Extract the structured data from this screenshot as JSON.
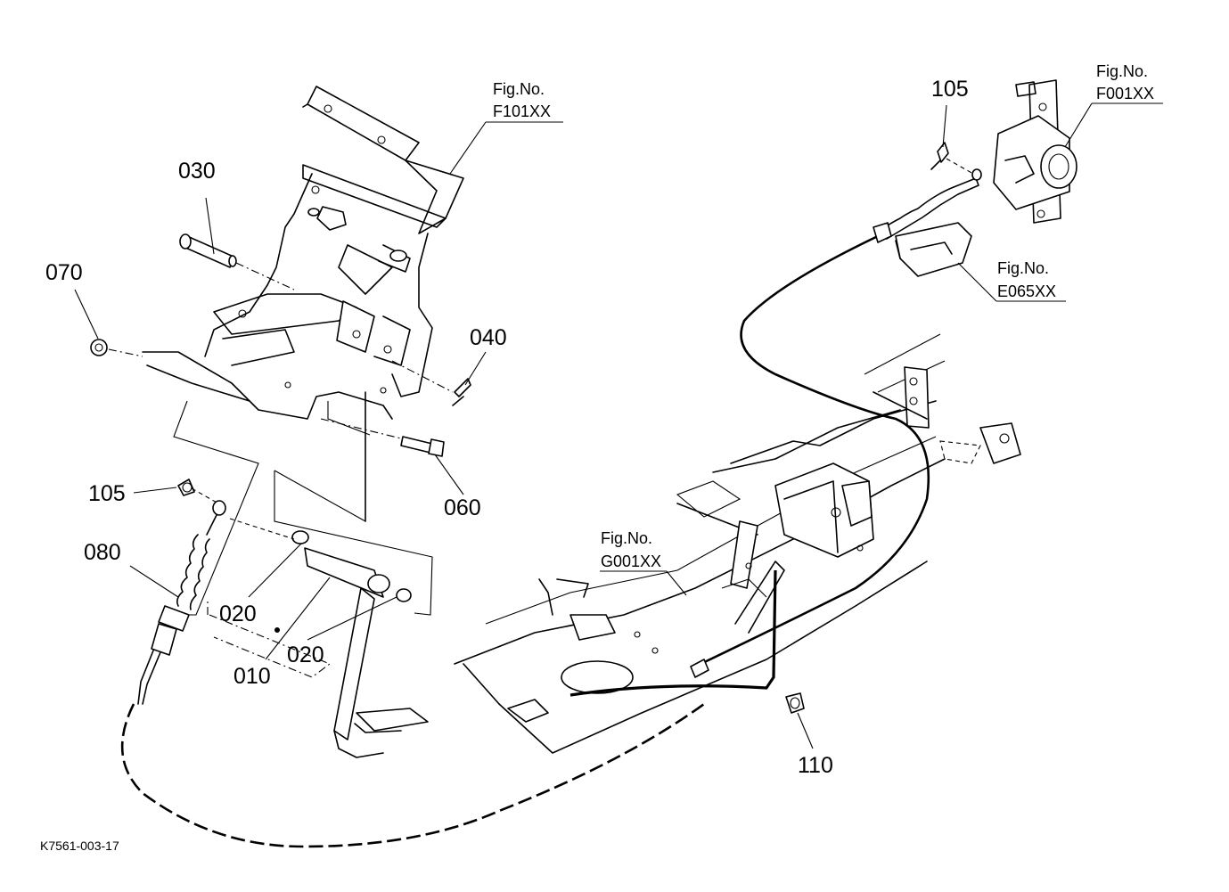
{
  "diagram_code": "K7561-003-17",
  "fig_ref_label": "Fig.No.",
  "fig_refs": {
    "f101": "F101XX",
    "f001": "F001XX",
    "e065": "E065XX",
    "g001": "G001XX"
  },
  "callouts": {
    "p010": "010",
    "p020a": "020",
    "p020b": "020",
    "p030": "030",
    "p040": "040",
    "p060": "060",
    "p070": "070",
    "p080": "080",
    "p105a": "105",
    "p105b": "105",
    "p110": "110"
  }
}
